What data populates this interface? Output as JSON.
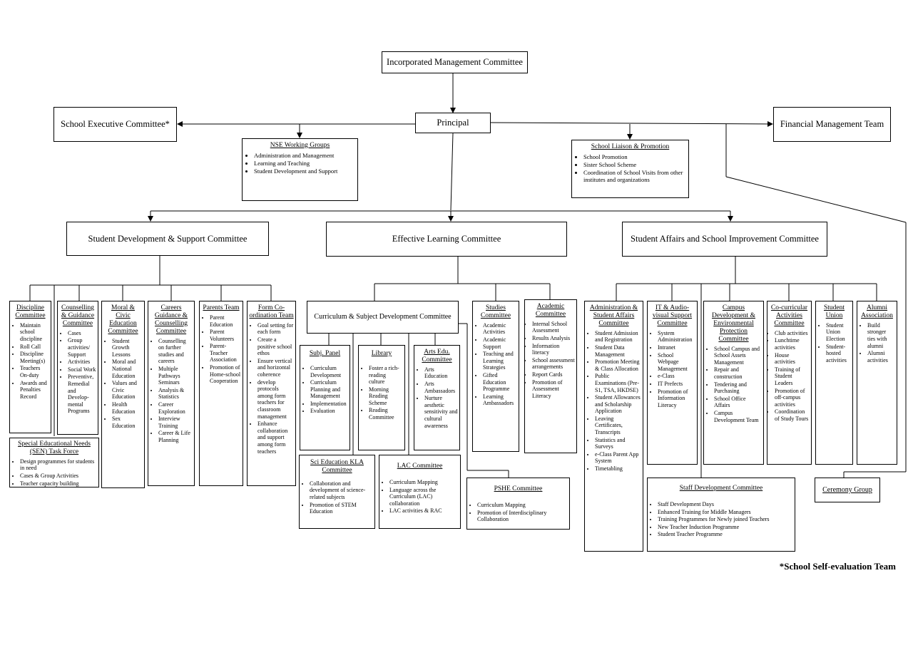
{
  "imc": "Incorporated Management Committee",
  "principal": "Principal",
  "sec": "School Executive Committee*",
  "fmt": "Financial Management Team",
  "nse": {
    "title": "NSE Working Groups",
    "items": [
      "Administration and Management",
      "Learning and Teaching",
      "Student Development and Support"
    ]
  },
  "slp": {
    "title": "School Liaison & Promotion",
    "items": [
      "School Promotion",
      "Sister School Scheme",
      "Coordination of   School Visits from other institutes and organizations"
    ]
  },
  "sdsc": "Student Development & Support Committee",
  "elc": "Effective Learning Committee",
  "sasic": "Student Affairs and School Improvement Committee",
  "discipline": {
    "title": "Discipline Committee",
    "items": [
      "Maintain school discipline",
      "Roll Call",
      "Discipline Meeting(s)",
      "Teachers On-duty",
      "Awards and Penalties Record"
    ]
  },
  "counselling": {
    "title": "Counselling & Guidance Committee",
    "items": [
      "Cases",
      "Group activities/ Support",
      "Activities",
      "Social Work",
      "Preventive, Remedial and Develop-mental Programs"
    ]
  },
  "moral": {
    "title": "Moral & Civic Education Committee",
    "items": [
      "Student Growth Lessons",
      "Moral and National Education",
      "Values and Civic Education",
      "Health Education",
      "Sex Education"
    ]
  },
  "careers": {
    "title": "Careers Guidance & Counselling Committee",
    "items": [
      "Counselling on further studies and careers",
      "Multiple Pathways Seminars",
      "Analysis & Statistics",
      "Career Exploration",
      "Interview Training",
      "Career & Life Planning"
    ]
  },
  "parents": {
    "title": "Parents Team",
    "items": [
      "Parent Education",
      "Parent Volunteers",
      "Parent-Teacher Association",
      "Promotion of Home-school Cooperation"
    ]
  },
  "form": {
    "title": "Form Co-ordination Team",
    "items": [
      "Goal setting for each form",
      "Create a positive school ethos",
      "Ensure vertical and horizontal coherence",
      "develop protocols among form teachers for classroom management",
      "Enhance collaboration and support among form teachers"
    ]
  },
  "sen": {
    "title": "Special Educational Needs (SEN) Task Force",
    "items": [
      "Design programmes for students in need",
      "Cases & Group Activities",
      "Teacher capacity building"
    ]
  },
  "csdc": "Curriculum & Subject Development Committee",
  "subj": {
    "title": "Subj. Panel",
    "items": [
      "Curriculum Development",
      "Curriculum Planning and Management",
      "Implementation",
      "Evaluation"
    ]
  },
  "library": {
    "title": "Library",
    "items": [
      "Foster a rich-reading culture",
      "Morning Reading Scheme",
      "Reading Committee"
    ]
  },
  "arts": {
    "title": "Arts Edu. Committee",
    "items": [
      "Arts Education",
      "Arts Ambassadors",
      "Nurture aesthetic sensitivity and cultural awareness"
    ]
  },
  "studies": {
    "title": "Studies Committee",
    "items": [
      "Academic Activities",
      "Academic Support",
      "Teaching and Learning Strategies",
      "Gifted Education Programme",
      "Learning Ambassadors"
    ]
  },
  "academic": {
    "title": "Academic Committee",
    "items": [
      "Internal School Assessment",
      "Results Analysis",
      "Information literacy",
      "School assessment arrangements",
      "Report Cards",
      "Promotion of Assessment Literacy"
    ]
  },
  "sci": {
    "title": "Sci Education KLA Committee",
    "items": [
      "Collaboration and development of science-related subjects",
      "Promotion of STEM Education"
    ]
  },
  "lac": {
    "title": "LAC Committee",
    "items": [
      "Curriculum Mapping",
      "Language across the Curriculum (LAC) collaboration",
      "LAC activities & RAC"
    ]
  },
  "pshe": {
    "title": "PSHE Committee",
    "items": [
      "Curriculum Mapping",
      "Promotion of Interdisciplinary Collaboration"
    ]
  },
  "admin": {
    "title": "Administration & Student Affairs Committee",
    "items": [
      "Student Admission and Registration",
      "Student Data Management",
      "Promotion Meeting & Class Allocation",
      "Public Examinations (Pre-S1, TSA, HKDSE)",
      "Student Allowances and Scholarship Application",
      "Leaving Certificates, Transcripts",
      "Statistics and Surveys",
      "e-Class Parent App System",
      "Timetabling"
    ]
  },
  "it": {
    "title": "IT & Audio-visual Support Committee",
    "items": [
      "System Administration",
      "Intranet",
      "School Webpage Management",
      "e-Class",
      "IT Prefects",
      "Promotion of Information Literacy"
    ]
  },
  "campus": {
    "title": "Campus Development & Environmental Protection Committee",
    "items": [
      "School Campus and School Assets Management",
      "Repair and construction",
      "Tendering and Purchasing",
      "School Office Affairs",
      "Campus Development Team"
    ]
  },
  "cca": {
    "title": "Co-curricular Activities Committee",
    "items": [
      "Club activities",
      "Lunchtime activities",
      "House activities",
      "Training of Student Leaders",
      "Promotion of off-campus activities",
      "Coordination of Study Tours"
    ]
  },
  "union": {
    "title": "Student Union",
    "items": [
      "Student Union Election",
      "Student-hosted activities"
    ]
  },
  "alumni": {
    "title": "Alumni Association",
    "items": [
      "Build stronger ties with alumni",
      "Alumni activities"
    ]
  },
  "staff": {
    "title": "Staff Development Committee",
    "items": [
      "Staff Development Days",
      "Enhanced Training for Middle Managers",
      "Training Programmes for Newly joined Teachers",
      "New Teacher Induction Programme",
      "Student Teacher Programme"
    ]
  },
  "ceremony": "Ceremony Group",
  "footnote": "*School Self-evaluation Team"
}
